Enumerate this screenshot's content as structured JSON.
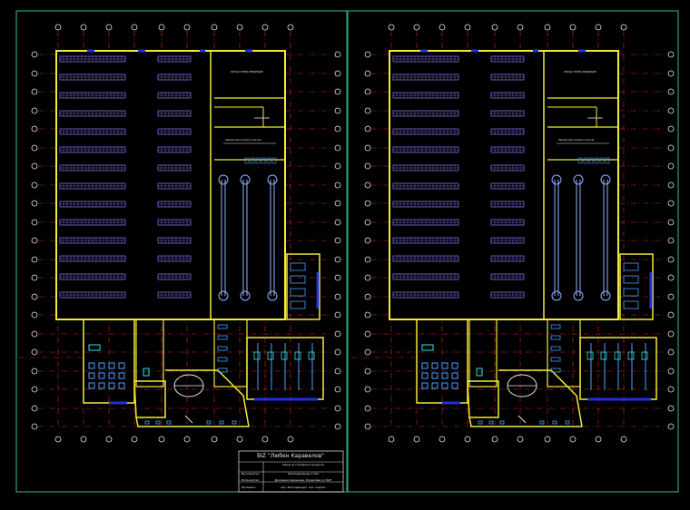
{
  "drawing": {
    "sheet_count": 2,
    "title_block": {
      "company": "BIZ \"Любен Каравелов\"",
      "subtitle": "завод за готварски продукти",
      "rows": [
        {
          "label": "Възложител",
          "value": "Разпределение 1:100"
        },
        {
          "label": "Изпълнител",
          "value": "Джорджа Армениев, Управлява по БАН"
        },
        {
          "label": "Проверил",
          "value": "арх. Балгадев арх. арх. подпис"
        }
      ]
    },
    "room_labels": {
      "store": "СКЛАД ГОТОВА ПРОДУКЦИЯ",
      "office": "КАНЦЕЛАРИЯ",
      "lab": "Лаборатория контрол качество"
    },
    "colors": {
      "background": "#000000",
      "frame": "#2fa06a",
      "walls": "#f4ea3a",
      "racks": "#8a7cff",
      "grid_line": "#e0202a",
      "grid_bubble": "#e8e8e8",
      "equipment": "#4aa0ff",
      "dark_blue": "#2230e0",
      "cyan": "#2ee6e6"
    }
  }
}
